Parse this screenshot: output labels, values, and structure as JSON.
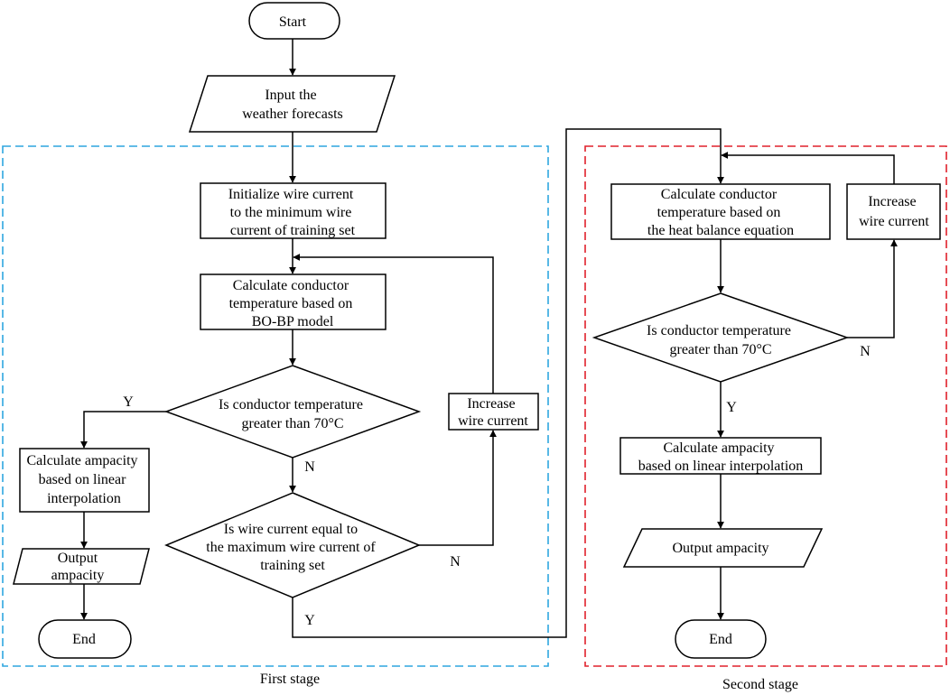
{
  "nodes": {
    "start": "Start",
    "input": [
      "Input the",
      "weather forecasts"
    ],
    "init": [
      "Initialize wire current",
      "to the minimum wire",
      "current of training set"
    ],
    "calc_bobp": [
      "Calculate conductor",
      "temperature based on",
      "BO-BP model"
    ],
    "dec_temp1": [
      "Is conductor temperature",
      "greater than 70°C"
    ],
    "inc1": [
      "Increase",
      "wire current"
    ],
    "calc_amp1": [
      "Calculate ampacity",
      "based on linear",
      "interpolation"
    ],
    "out1": [
      "Output",
      "ampacity"
    ],
    "end1": "End",
    "dec_current": [
      "Is wire current equal to",
      "the maximum wire current of",
      "training set"
    ],
    "calc_heat": [
      "Calculate conductor",
      "temperature based on",
      "the heat balance equation"
    ],
    "inc2": [
      "Increase",
      "wire current"
    ],
    "dec_temp2": [
      "Is conductor temperature",
      "greater than 70°C"
    ],
    "calc_amp2": [
      "Calculate ampacity",
      "based on linear interpolation"
    ],
    "out2": "Output ampacity",
    "end2": "End"
  },
  "edge_labels": {
    "y1": "Y",
    "n1": "N",
    "n2": "N",
    "y2": "Y",
    "n3": "N",
    "y3": "Y"
  },
  "stages": {
    "first": "First stage",
    "second": "Second stage"
  },
  "colors": {
    "first_stage_border": "#2ea6df",
    "second_stage_border": "#e0212b",
    "stroke": "#000000"
  }
}
